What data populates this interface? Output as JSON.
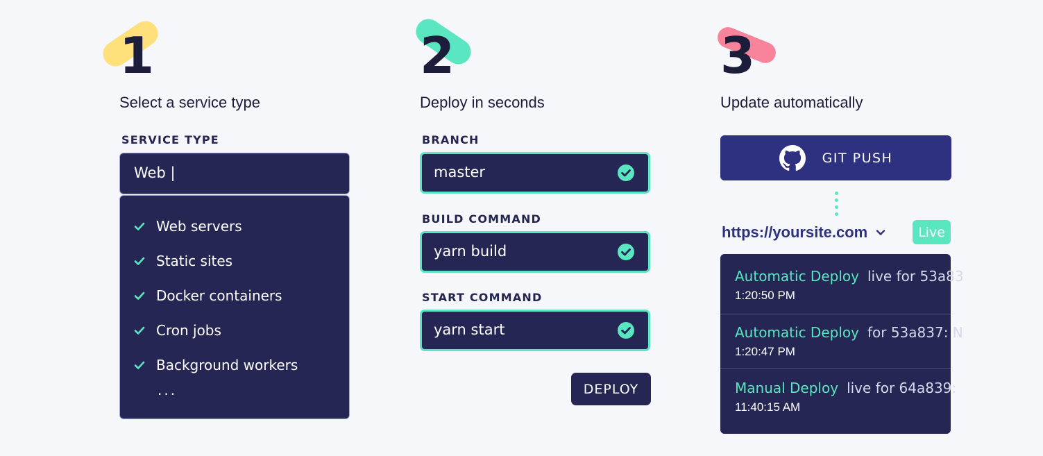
{
  "steps": [
    {
      "number": "1",
      "heading": "Select a service type",
      "accent": "#ffe07a"
    },
    {
      "number": "2",
      "heading": "Deploy in seconds",
      "accent": "#5ae6c1"
    },
    {
      "number": "3",
      "heading": "Update automatically",
      "accent": "#f9839a"
    }
  ],
  "service": {
    "label": "SERVICE TYPE",
    "input_value": "Web |",
    "options": [
      "Web servers",
      "Static sites",
      "Docker containers",
      "Cron jobs",
      "Background workers"
    ],
    "more": "..."
  },
  "deploy": {
    "fields": [
      {
        "label": "BRANCH",
        "value": "master"
      },
      {
        "label": "BUILD COMMAND",
        "value": "yarn build"
      },
      {
        "label": "START COMMAND",
        "value": "yarn start"
      }
    ],
    "button_label": "DEPLOY"
  },
  "update": {
    "git_push_label": "GIT PUSH",
    "site_url": "https://yoursite.com",
    "live_badge": "Live",
    "events": [
      {
        "kind": "Automatic Deploy",
        "detail": "live for 53a83",
        "time": "1:20:50 PM"
      },
      {
        "kind": "Automatic Deploy",
        "detail": "for 53a837: N",
        "time": "1:20:47 PM"
      },
      {
        "kind": "Manual Deploy",
        "detail": "live for 64a839:",
        "time": "11:40:15 AM"
      }
    ]
  },
  "colors": {
    "background": "#f5f7fa",
    "panel": "#252653",
    "accent_teal": "#5ae6c1",
    "brand_blue": "#2e3180",
    "text_dark": "#1c1c3b"
  },
  "icons": {
    "check": "check-icon",
    "check_circle": "check-circle-icon",
    "github": "github-icon",
    "chevron": "chevron-down-icon"
  }
}
